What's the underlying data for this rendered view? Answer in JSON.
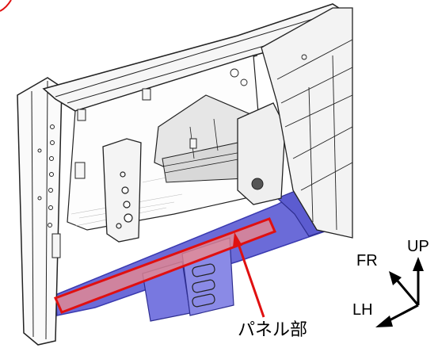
{
  "labels": {
    "callout": "パネル部",
    "axis_fr": "FR",
    "axis_up": "UP",
    "axis_lh": "LH"
  },
  "colors": {
    "highlight_fill": "#f08b8b",
    "highlight_stroke": "#e01010",
    "leader_line": "#e01010",
    "blue_member": "#6b6bd8",
    "blue_member_dark": "#3a3ab0",
    "line_art": "#222222",
    "axis_arrow": "#000000"
  }
}
